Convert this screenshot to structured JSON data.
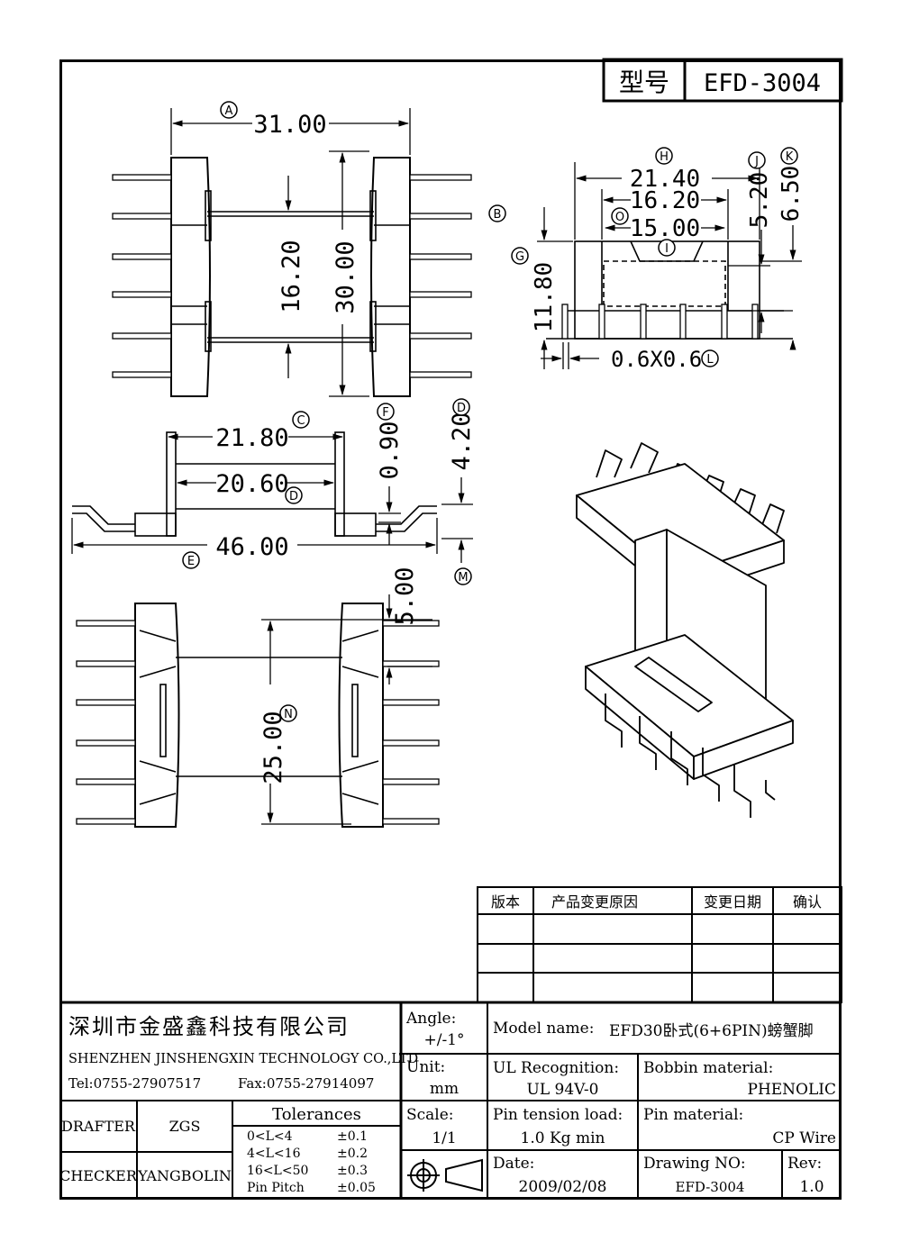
{
  "model_box": {
    "label": "型号",
    "value": "EFD-3004"
  },
  "dimensions": {
    "A": "31.00",
    "B": "30.00",
    "w16": "16.20",
    "H": "21.40",
    "J": "5.20",
    "K": "6.50",
    "Ihat": "16.20",
    "I": "15.00",
    "G": "11.80",
    "L": "0.6X0.6",
    "C": "21.80",
    "Dw": "20.60",
    "E": "46.00",
    "F": "0.90",
    "D": "4.20",
    "p5": "5.00",
    "N": "25.00"
  },
  "callouts": {
    "A": "A",
    "B": "B",
    "C": "C",
    "D": "D",
    "E": "E",
    "F": "F",
    "G": "G",
    "H": "H",
    "I": "I",
    "J": "J",
    "K": "K",
    "L": "L",
    "M": "M",
    "N": "N",
    "O": "O",
    "D2": "D"
  },
  "revision_table": {
    "headers": [
      "版本",
      "产品变更原因",
      "变更日期",
      "确认"
    ],
    "rows": [
      [
        "",
        "",
        "",
        ""
      ],
      [
        "",
        "",
        "",
        ""
      ],
      [
        "",
        "",
        "",
        ""
      ]
    ]
  },
  "title_block": {
    "company_cn": "深圳市金盛鑫科技有限公司",
    "company_en": "SHENZHEN JINSHENGXIN TECHNOLOGY CO.,LTD",
    "tel": "Tel:0755-27907517",
    "fax": "Fax:0755-27914097",
    "angle_label": "Angle:",
    "angle_value": "+/-1°",
    "unit_label": "Unit:",
    "unit_value": "mm",
    "scale_label": "Scale:",
    "scale_value": "1/1",
    "model_label": "Model name:",
    "model_value": "EFD30卧式(6+6PIN)螃蟹脚",
    "ul_label": "UL Recognition:",
    "ul_value": "UL 94V-0",
    "bobbin_label": "Bobbin material:",
    "bobbin_value": "PHENOLIC",
    "pin_tension_label": "Pin tension load:",
    "pin_tension_value": "1.0 Kg min",
    "pin_material_label": "Pin material:",
    "pin_material_value": "CP Wire",
    "date_label": "Date:",
    "date_value": "2009/02/08",
    "drawing_no_label": "Drawing NO:",
    "drawing_no_value": "EFD-3004",
    "rev_label": "Rev:",
    "rev_value": "1.0",
    "drafter_label": "DRAFTER",
    "drafter_value": "ZGS",
    "checker_label": "CHECKER",
    "checker_value": "YANGBOLIN",
    "tolerances_title": "Tolerances",
    "tolerances": [
      {
        "range": "0<L<4",
        "value": "±0.1"
      },
      {
        "range": "4<L<16",
        "value": "±0.2"
      },
      {
        "range": "16<L<50",
        "value": "±0.3"
      },
      {
        "range": "Pin Pitch",
        "value": "±0.05"
      }
    ]
  }
}
